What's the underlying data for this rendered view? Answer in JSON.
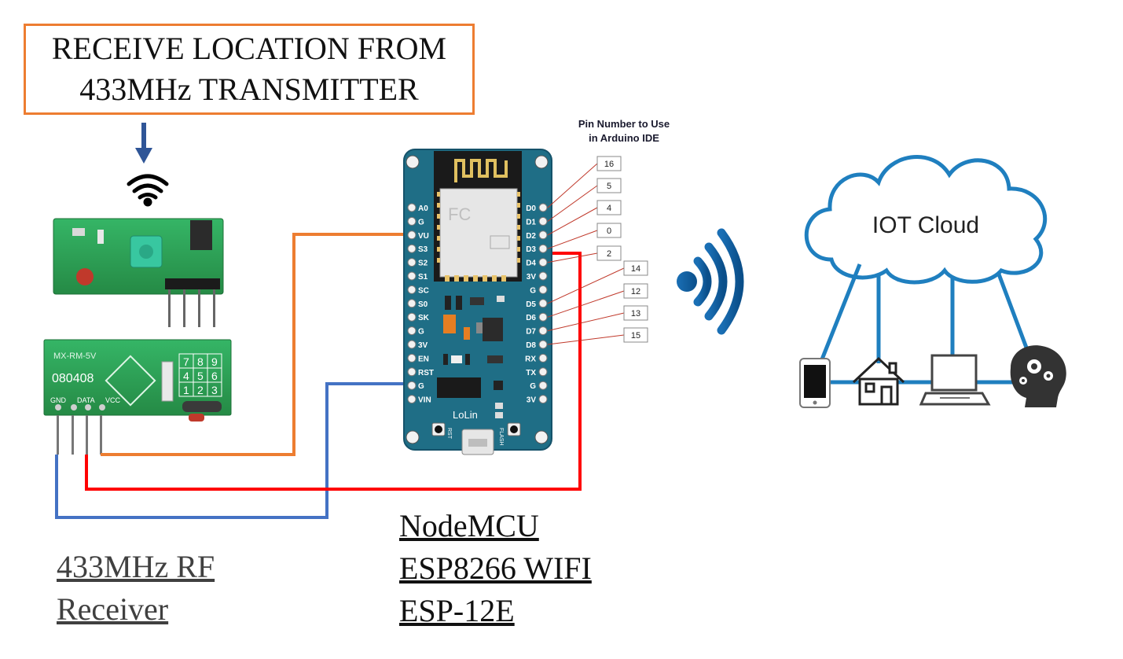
{
  "title_box": {
    "line1": "RECEIVE LOCATION FROM",
    "line2": "433MHz TRANSMITTER"
  },
  "receiver_caption": {
    "line1": "433MHz RF",
    "line2": "Receiver"
  },
  "nodemcu_caption": {
    "line1": "NodeMCU",
    "line2": "ESP8266 WIFI",
    "line3": "ESP-12E"
  },
  "pin_header": {
    "line1": "Pin Number to Use",
    "line2": "in Arduino IDE"
  },
  "left_pins": [
    "A0",
    "G",
    "VU",
    "S3",
    "S2",
    "S1",
    "SC",
    "S0",
    "SK",
    "G",
    "3V",
    "EN",
    "RST",
    "G",
    "VIN"
  ],
  "right_pins": [
    "D0",
    "D1",
    "D2",
    "D3",
    "D4",
    "3V",
    "G",
    "D5",
    "D6",
    "D7",
    "D8",
    "RX",
    "TX",
    "G",
    "3V"
  ],
  "pin_numbers": [
    "16",
    "5",
    "4",
    "0",
    "2",
    "14",
    "12",
    "13",
    "15"
  ],
  "board_labels": {
    "brand": "LoLin",
    "rst": "RST",
    "flash": "FLASH"
  },
  "receiver_board_text": {
    "model": "MX-RM-5V",
    "code": "080408",
    "gnd": "GND",
    "data": "DATA",
    "vcc": "VCC",
    "keypad": [
      "7",
      "8",
      "9",
      "4",
      "5",
      "6",
      "1",
      "2",
      "3"
    ]
  },
  "cloud_label": "IOT Cloud",
  "devices": [
    "phone-icon",
    "home-icon",
    "laptop-icon",
    "brain-gear-icon"
  ],
  "colors": {
    "orange_wire": "#ed7d31",
    "blue_wire": "#4472c4",
    "red_wire": "#ff0000",
    "board_teal": "#1f6e86",
    "pcb_green": "#2e9e52",
    "cloud_blue": "#1f7fbf",
    "arrow_blue": "#2f5597"
  }
}
